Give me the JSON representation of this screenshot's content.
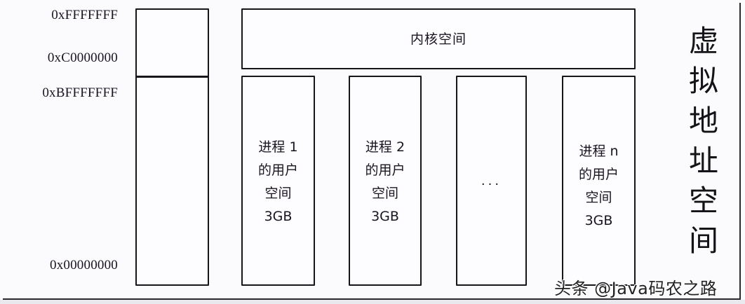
{
  "diagram": {
    "title_vertical": [
      "虚",
      "拟",
      "地",
      "址",
      "空",
      "间"
    ],
    "address_labels": {
      "top": "0xFFFFFFF",
      "kernel_start": "0xC0000000",
      "user_end": "0xBFFFFFFF",
      "bottom": "0x00000000"
    },
    "kernel_space": {
      "label": "内核空间"
    },
    "processes": [
      {
        "lines": [
          "进程 1",
          "的用户",
          "空间",
          "3GB"
        ]
      },
      {
        "lines": [
          "进程 2",
          "的用户",
          "空间",
          "3GB"
        ]
      },
      {
        "ellipsis": "..."
      },
      {
        "lines": [
          "进程 n",
          "的用户",
          "空间",
          "3GB"
        ]
      }
    ]
  },
  "watermark": "头条 @Java码农之路"
}
